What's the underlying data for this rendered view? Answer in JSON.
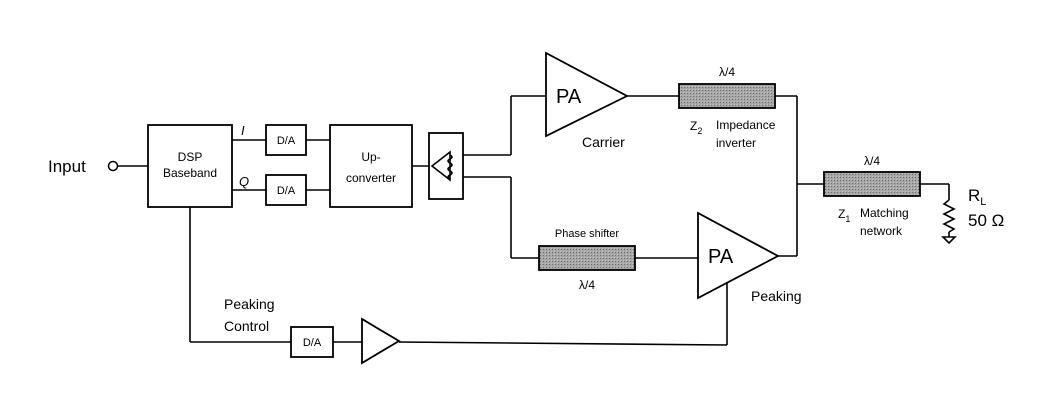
{
  "labels": {
    "input": "Input",
    "dsp_line1": "DSP",
    "dsp_line2": "Baseband",
    "i": "I",
    "q": "Q",
    "da": "D/A",
    "upconv_line1": "Up-",
    "upconv_line2": "converter",
    "pa": "PA",
    "carrier": "Carrier",
    "peaking": "Peaking",
    "lambda4": "λ/4",
    "z2": "Z",
    "z2_sub": "2",
    "impedance": "Impedance",
    "inverter": "inverter",
    "z1": "Z",
    "z1_sub": "1",
    "matching": "Matching",
    "network": "network",
    "phase_shifter": "Phase shifter",
    "rl": "R",
    "rl_sub": "L",
    "ohm": "50 Ω",
    "peaking_control_line1": "Peaking",
    "peaking_control_line2": "Control"
  },
  "colors": {
    "line": "#000000",
    "transmission_line_fill": "#a6a6a6",
    "background": "#ffffff"
  }
}
